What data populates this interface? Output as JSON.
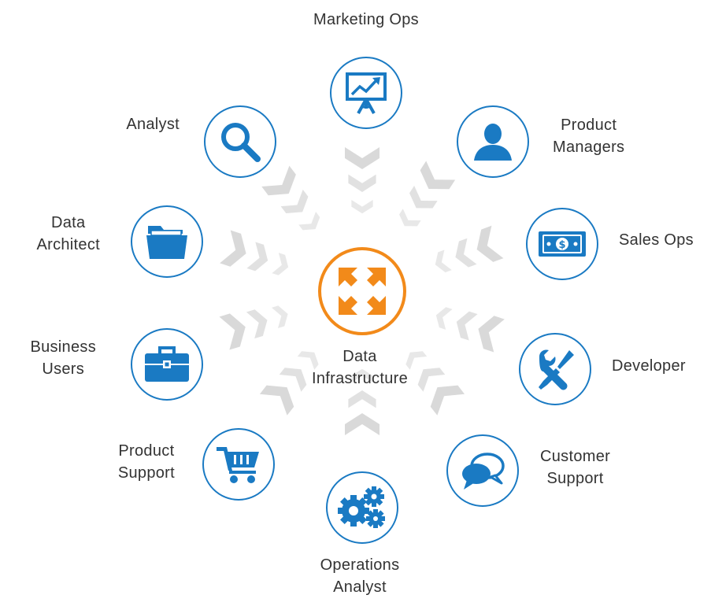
{
  "colors": {
    "accent": "#1a7ac3",
    "center": "#f28a1a",
    "chevron": "#d9d9d9",
    "text": "#333333"
  },
  "center": {
    "label_line1": "Data",
    "label_line2": "Infrastructure",
    "icon": "expand-arrows-icon"
  },
  "roles": [
    {
      "id": "marketing-ops",
      "line1": "Marketing Ops",
      "line2": "",
      "icon": "presentation-chart-icon"
    },
    {
      "id": "product-managers",
      "line1": "Product",
      "line2": "Managers",
      "icon": "person-icon"
    },
    {
      "id": "sales-ops",
      "line1": "Sales Ops",
      "line2": "",
      "icon": "dollar-bill-icon"
    },
    {
      "id": "developer",
      "line1": "Developer",
      "line2": "",
      "icon": "tools-icon"
    },
    {
      "id": "customer-support",
      "line1": "Customer",
      "line2": "Support",
      "icon": "chat-bubbles-icon"
    },
    {
      "id": "operations-analyst",
      "line1": "Operations",
      "line2": "Analyst",
      "icon": "gears-icon"
    },
    {
      "id": "product-support",
      "line1": "Product",
      "line2": "Support",
      "icon": "shopping-cart-icon"
    },
    {
      "id": "business-users",
      "line1": "Business",
      "line2": "Users",
      "icon": "briefcase-icon"
    },
    {
      "id": "data-architect",
      "line1": "Data",
      "line2": "Architect",
      "icon": "folder-icon"
    },
    {
      "id": "analyst",
      "line1": "Analyst",
      "line2": "",
      "icon": "magnifier-icon"
    }
  ]
}
